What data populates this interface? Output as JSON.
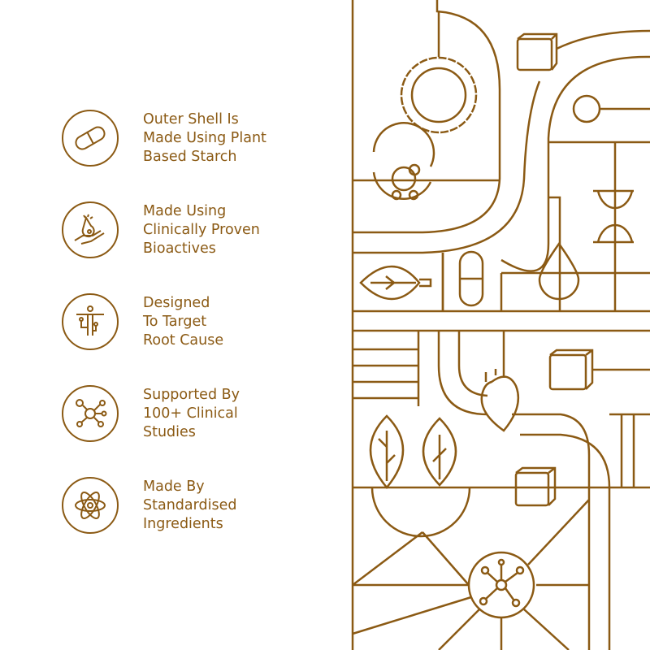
{
  "accent_color": "#8b5a14",
  "features": [
    {
      "icon": "capsule-icon",
      "text": "Outer Shell Is\nMade Using Plant\nBased Starch"
    },
    {
      "icon": "hand-flask-icon",
      "text": "Made Using\nClinically Proven\nBioactives"
    },
    {
      "icon": "body-target-icon",
      "text": "Designed\nTo Target\nRoot Cause"
    },
    {
      "icon": "network-icon",
      "text": "Supported By\n100+ Clinical\nStudies"
    },
    {
      "icon": "atom-icon",
      "text": "Made By\nStandardised\nIngredients"
    }
  ]
}
